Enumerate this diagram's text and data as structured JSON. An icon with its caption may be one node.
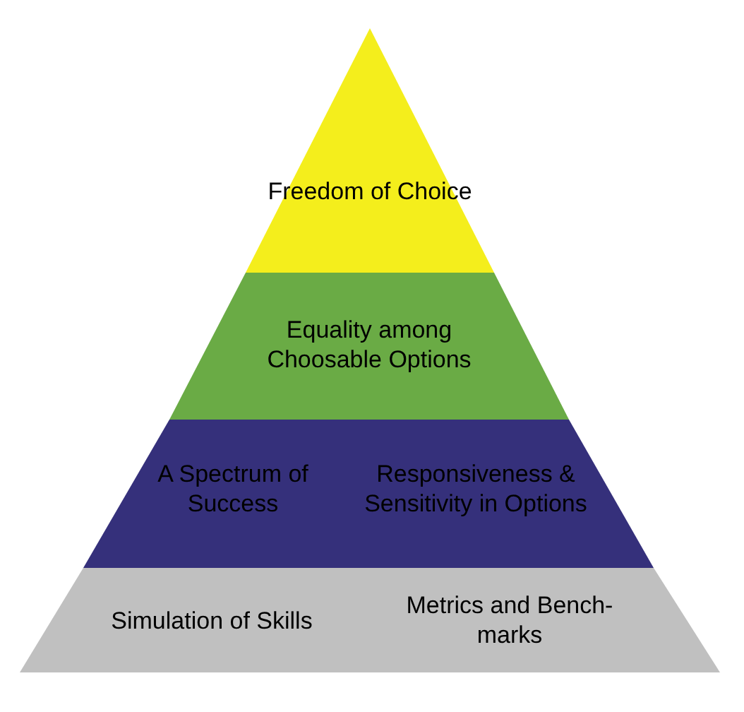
{
  "diagram": {
    "nodes": [
      {
        "text": [
          "Freedom of Choice"
        ]
      },
      {
        "text": [
          "Equality among Choosable Options"
        ]
      },
      {
        "text": [
          "A Spectrum of Success",
          "Responsiveness & Sensitivity in Options"
        ]
      },
      {
        "text": [
          "Simulation of Skills",
          "Metrics and Bench-marks"
        ]
      }
    ],
    "edges": []
  }
}
